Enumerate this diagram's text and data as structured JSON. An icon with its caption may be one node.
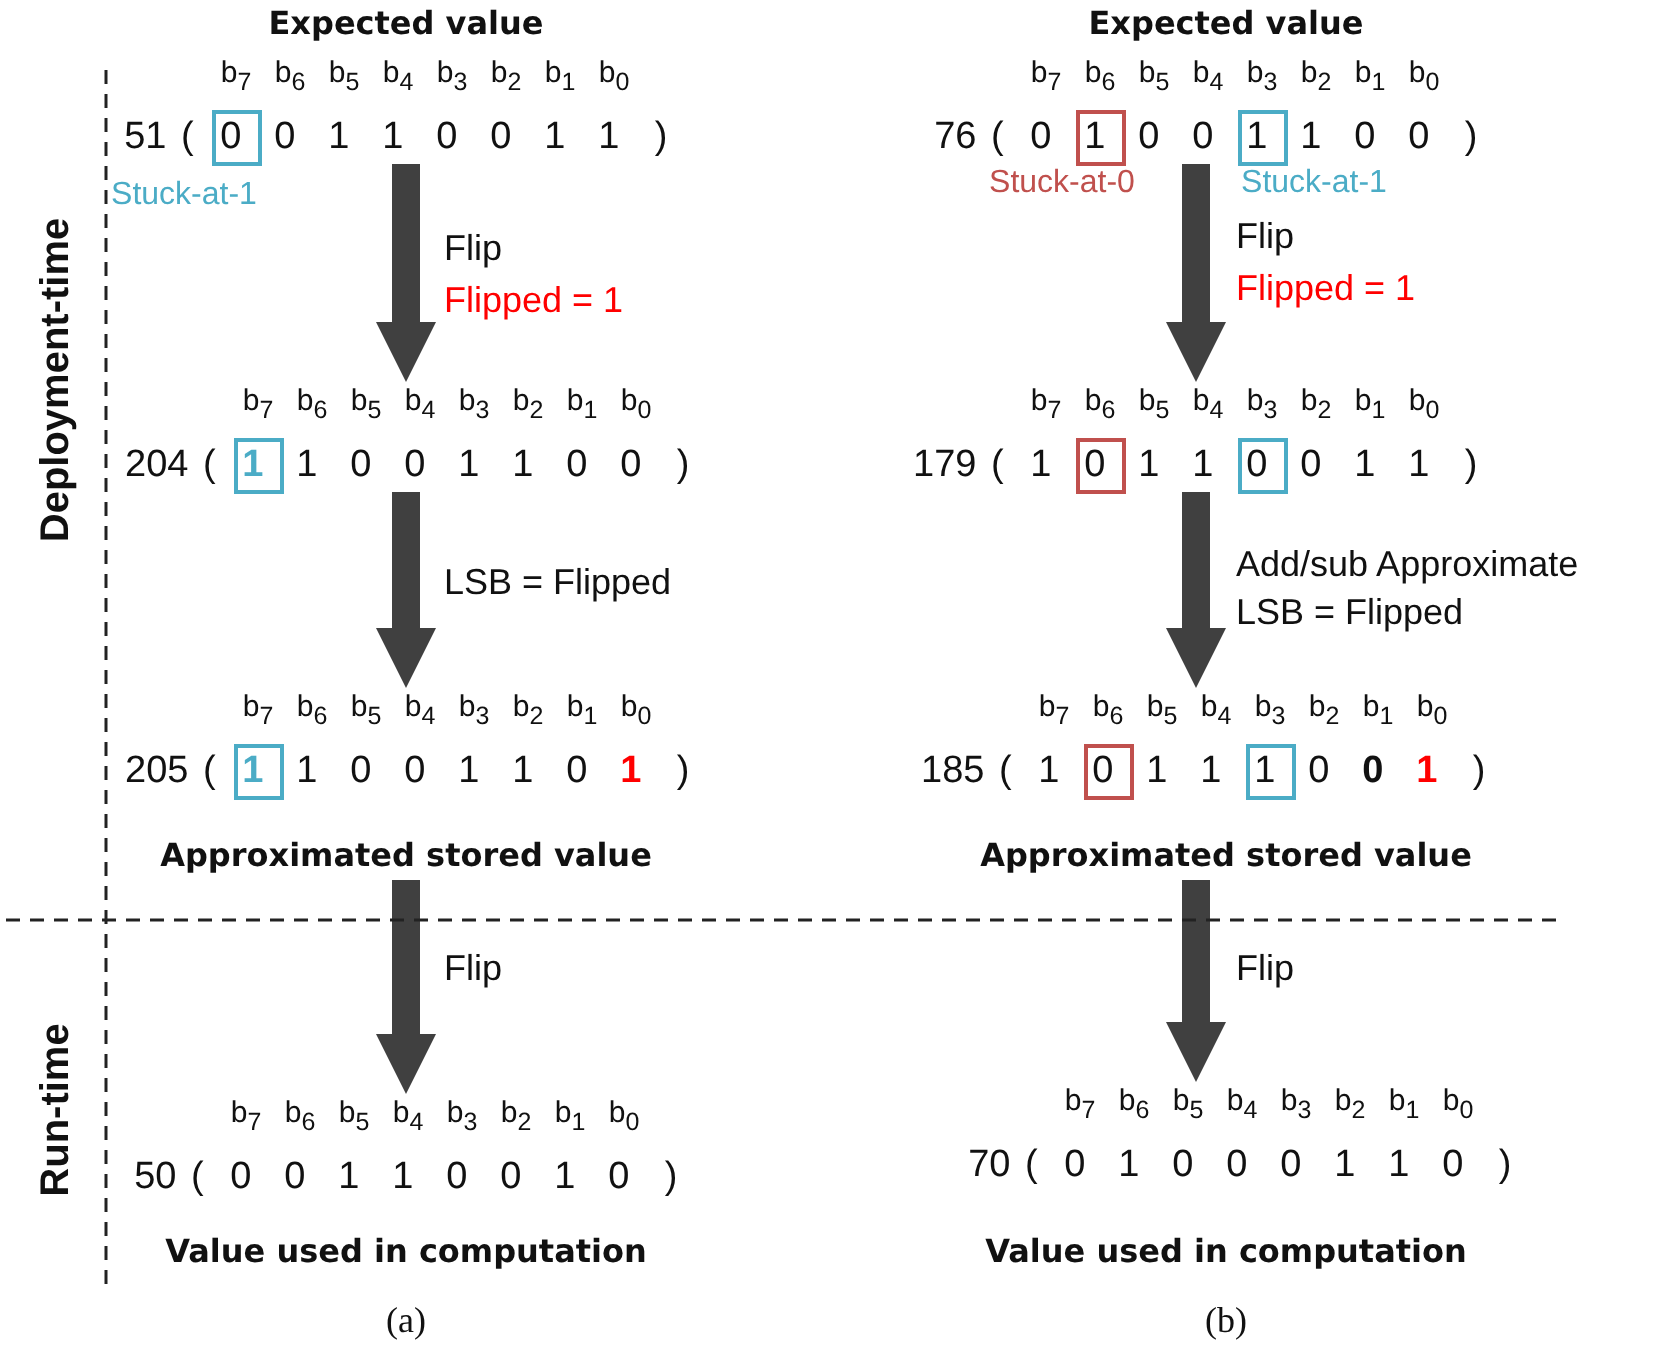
{
  "diagram": {
    "nodes": [
      {
        "text": [
          "Expected value",
          "b$_{7}$ b$_{6}$ b$_{5}$ b$_{4}$ b$_{3}$ b$_{2}$ b$_{1}$ b$_{0}$",
          "51 ( 0 0 1 1 0 0 1 1 )"
        ],
        "beside": [
          "Stuck-at-1"
        ]
      },
      {
        "text": [
          "Expected value",
          "b$_{7}$ b$_{6}$ b$_{5}$ b$_{4}$ b$_{3}$ b$_{2}$ b$_{1}$ b$_{0}$",
          "76 ( 0 1 0 0 1 1 0 0 )"
        ],
        "beside": [
          "Stuck-at-0",
          "Stuck-at-1"
        ]
      },
      {
        "text": [
          "b$_{7}$ b$_{6}$ b$_{5}$ b$_{4}$ b$_{3}$ b$_{2}$ b$_{1}$ b$_{0}$",
          "204 ( 1 1 0 0 1 1 0 0 )"
        ]
      },
      {
        "text": [
          "b$_{7}$ b$_{6}$ b$_{5}$ b$_{4}$ b$_{3}$ b$_{2}$ b$_{1}$ b$_{0}$",
          "179 ( 1 0 1 1 0 0 1 1 )"
        ]
      },
      {
        "text": [
          "b$_{7}$ b$_{6}$ b$_{5}$ b$_{4}$ b$_{3}$ b$_{2}$ b$_{1}$ b$_{0}$",
          "205 ( 1 1 0 0 1 1 0 1 )",
          "Approximated stored value"
        ]
      },
      {
        "text": [
          "b$_{7}$ b$_{6}$ b$_{5}$ b$_{4}$ b$_{3}$ b$_{2}$ b$_{1}$ b$_{0}$",
          "185 ( 1 0 1 1 1 0 0 1 )",
          "Approximated stored value"
        ]
      },
      {
        "text": [
          "b$_{7}$ b$_{6}$ b$_{5}$ b$_{4}$ b$_{3}$ b$_{2}$ b$_{1}$ b$_{0}$",
          "50 ( 0 0 1 1 0 0 1 0 )",
          "Value used in computation"
        ]
      },
      {
        "text": [
          "b$_{7}$ b$_{6}$ b$_{5}$ b$_{4}$ b$_{3}$ b$_{2}$ b$_{1}$ b$_{0}$",
          "70 ( 0 1 0 0 0 1 1 0 )",
          "Value used in computation"
        ]
      }
    ],
    "edges": [
      {
        "from": 0,
        "to": 2,
        "arrow": "to",
        "label": "Flip"
      },
      {
        "from": 1,
        "to": 3,
        "arrow": "to",
        "label": "Flip"
      },
      {
        "from": 2,
        "to": 4,
        "arrow": "to",
        "label": "LSB = Flipped"
      },
      {
        "from": 3,
        "to": 5,
        "arrow": "to",
        "label": "Add/sub Approximate LSB = Flipped"
      },
      {
        "from": 4,
        "to": 6,
        "arrow": "to",
        "label": "Flip"
      },
      {
        "from": 5,
        "to": 7,
        "arrow": "to",
        "label": "Flip"
      }
    ],
    "labels": [
      "Deployment-time",
      "Flipped = 1",
      "Flipped = 1",
      "Run-time",
      "(a)",
      "(b)"
    ]
  }
}
